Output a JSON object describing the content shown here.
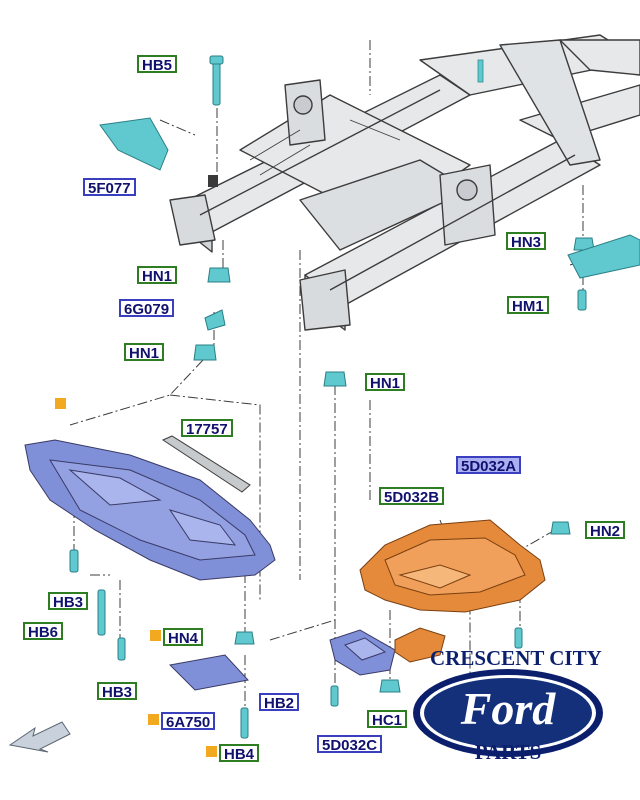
{
  "labels": {
    "hb5": "HB5",
    "f5f077": "5F077",
    "hn1_a": "HN1",
    "g6g079": "6G079",
    "hn1_b": "HN1",
    "hn1_c": "HN1",
    "hn3": "HN3",
    "hm1": "HM1",
    "p17757": "17757",
    "d5d032a": "5D032A",
    "d5d032b": "5D032B",
    "hn2": "HN2",
    "hb3_a": "HB3",
    "hb6": "HB6",
    "hb3_b": "HB3",
    "hn4": "HN4",
    "a6a750": "6A750",
    "hb4": "HB4",
    "hb2": "HB2",
    "hc1": "HC1",
    "d5d032c": "5D032C"
  },
  "logo": {
    "top_text": "CRESCENT CITY",
    "brand_text": "Ford",
    "bottom_text": "PARTS"
  },
  "colors": {
    "label_text": "#11116e",
    "green_border": "#2f7d23",
    "blue_border": "#3a3fbf",
    "blue_fill": "#aab0f2",
    "marker": "#f2a91f",
    "skid_plate_blue": "#7f8fd8",
    "skid_plate_orange": "#e58a3a",
    "fastener_cyan": "#5fc9cf",
    "frame_gray": "#e6e8ea",
    "ford_blue": "#14307a"
  }
}
